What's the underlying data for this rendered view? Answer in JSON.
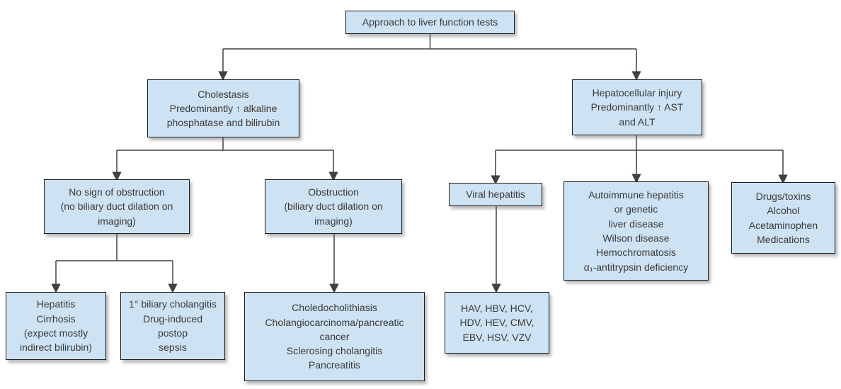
{
  "diagram": {
    "title": "Approach to liver function tests",
    "type": "flowchart",
    "colors": {
      "box_fill": "#cde2f3",
      "box_border": "#1c1c1c",
      "connector": "#404040",
      "text": "#3a3a3a"
    },
    "nodes": {
      "root": {
        "lines": [
          "Approach to liver function tests"
        ]
      },
      "cholestasis": {
        "lines": [
          "Cholestasis",
          "Predominantly ↑ alkaline",
          "phosphatase and bilirubin"
        ]
      },
      "hepatocellular": {
        "lines": [
          "Hepatocellular injury",
          "Predominantly ↑ AST",
          "and ALT"
        ]
      },
      "no_obstruction": {
        "lines": [
          "No sign of obstruction",
          "(no biliary duct dilation on",
          "imaging)"
        ]
      },
      "obstruction": {
        "lines": [
          "Obstruction",
          "(biliary duct dilation on",
          "imaging)"
        ]
      },
      "viral_hepatitis": {
        "lines": [
          "Viral hepatitis"
        ]
      },
      "autoimmune_genetic": {
        "lines": [
          "Autoimmune hepatitis",
          "or genetic",
          "liver disease",
          "Wilson disease",
          "Hemochromatosis",
          "α₁-antitrypsin deficiency"
        ]
      },
      "drugs_toxins": {
        "lines": [
          "Drugs/toxins",
          "Alcohol",
          "Acetaminophen",
          "Medications"
        ]
      },
      "hepatitis_cirrhosis": {
        "lines": [
          "Hepatitis",
          "Cirrhosis",
          "(expect mostly",
          "indirect bilirubin)"
        ]
      },
      "primary_biliary_cholangitis": {
        "lines": [
          "1° biliary cholangitis",
          "Drug-induced",
          "postop",
          "sepsis"
        ]
      },
      "obstruction_causes": {
        "lines": [
          "Choledocholithiasis",
          "Cholangiocarcinoma/pancreatic",
          "cancer",
          "Sclerosing cholangitis",
          "Pancreatitis"
        ]
      },
      "viral_causes": {
        "lines": [
          "HAV, HBV, HCV,",
          "HDV, HEV, CMV,",
          "EBV, HSV, VZV"
        ]
      }
    },
    "edges": [
      {
        "from": "root",
        "to": "cholestasis"
      },
      {
        "from": "root",
        "to": "hepatocellular"
      },
      {
        "from": "cholestasis",
        "to": "no_obstruction"
      },
      {
        "from": "cholestasis",
        "to": "obstruction"
      },
      {
        "from": "hepatocellular",
        "to": "viral_hepatitis"
      },
      {
        "from": "hepatocellular",
        "to": "autoimmune_genetic"
      },
      {
        "from": "hepatocellular",
        "to": "drugs_toxins"
      },
      {
        "from": "no_obstruction",
        "to": "hepatitis_cirrhosis"
      },
      {
        "from": "no_obstruction",
        "to": "primary_biliary_cholangitis"
      },
      {
        "from": "obstruction",
        "to": "obstruction_causes"
      },
      {
        "from": "viral_hepatitis",
        "to": "viral_causes"
      }
    ]
  }
}
